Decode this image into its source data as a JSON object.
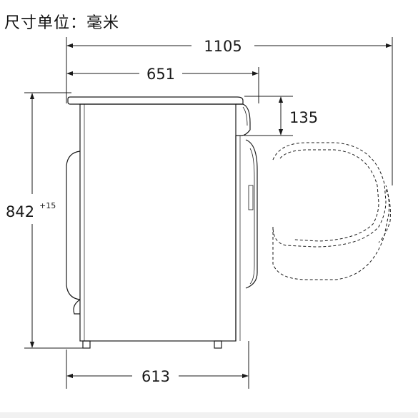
{
  "header": {
    "unit_text": "尺寸单位：毫米"
  },
  "dimensions": {
    "total_depth_door_open": "1105",
    "depth_body": "651",
    "door_projection": "135",
    "height": "842",
    "height_tolerance": "+15",
    "foot_depth": "613"
  },
  "colors": {
    "line": "#1a1a1a",
    "background": "#ffffff"
  }
}
